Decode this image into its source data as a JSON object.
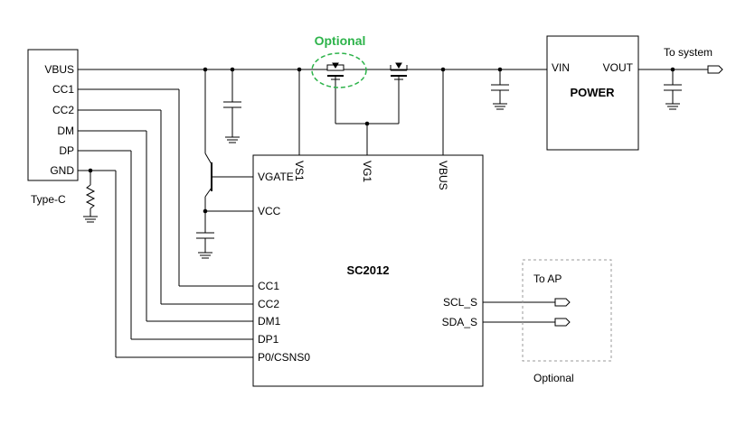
{
  "colors": {
    "line": "#000000",
    "optional_accent": "#2db34a",
    "dashed_box": "#999999"
  },
  "connector": {
    "name": "Type-C",
    "pins": [
      "VBUS",
      "CC1",
      "CC2",
      "DM",
      "DP",
      "GND"
    ]
  },
  "optional_top": "Optional",
  "chip": {
    "name": "SC2012",
    "top_pins": [
      "VS1",
      "VG1",
      "VBUS"
    ],
    "left_pins": [
      "VGATE",
      "VCC",
      "CC1",
      "CC2",
      "DM1",
      "DP1",
      "P0/CSNS0"
    ],
    "right_pins": [
      "SCL_S",
      "SDA_S"
    ]
  },
  "power": {
    "name": "POWER",
    "vin": "VIN",
    "vout": "VOUT"
  },
  "to_system": "To system",
  "ap_box": {
    "title": "To AP",
    "caption": "Optional"
  }
}
